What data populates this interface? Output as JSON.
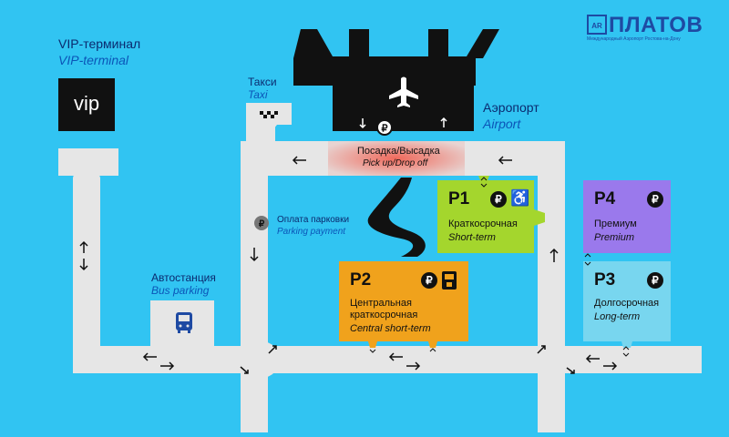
{
  "logo": {
    "box_text": "AR",
    "name": "ПЛАТОВ",
    "tagline": "Международный Аэропорт Ростова-на-Дону"
  },
  "vip": {
    "title_ru": "VIP-терминал",
    "title_en": "VIP-terminal",
    "sign": "vip"
  },
  "taxi": {
    "title_ru": "Такси",
    "title_en": "Taxi"
  },
  "airport": {
    "title_ru": "Аэропорт",
    "title_en": "Airport",
    "icon": "airplane-icon"
  },
  "pickup": {
    "title_ru": "Посадка/Высадка",
    "title_en": "Pick up/Drop off"
  },
  "payment": {
    "title_ru": "Оплата парковки",
    "title_en": "Parking payment",
    "badge": "₽"
  },
  "bus": {
    "title_ru": "Автостанция",
    "title_en": "Bus parking",
    "icon": "bus-icon"
  },
  "lots": {
    "p1": {
      "code": "P1",
      "title_ru": "Краткосрочная",
      "title_en": "Short-term",
      "color": "#a4d62d",
      "badge": "₽",
      "icon": "wheelchair-icon"
    },
    "p2": {
      "code": "P2",
      "title_ru": "Центральная\nкраткосрочная",
      "title_en": "Central short-term",
      "color": "#f0a21c",
      "badge": "₽",
      "icon": "ticket-machine-icon"
    },
    "p3": {
      "code": "P3",
      "title_ru": "Долгосрочная",
      "title_en": "Long-term",
      "color": "#78d6ef",
      "badge": "₽"
    },
    "p4": {
      "code": "P4",
      "title_ru": "Премиум",
      "title_en": "Premium",
      "color": "#9a79ec",
      "badge": "₽"
    }
  },
  "colors": {
    "background": "#31c4f2",
    "road": "#e6e6e6",
    "terminal": "#111111",
    "pickup_zone": "#f06a5c"
  }
}
